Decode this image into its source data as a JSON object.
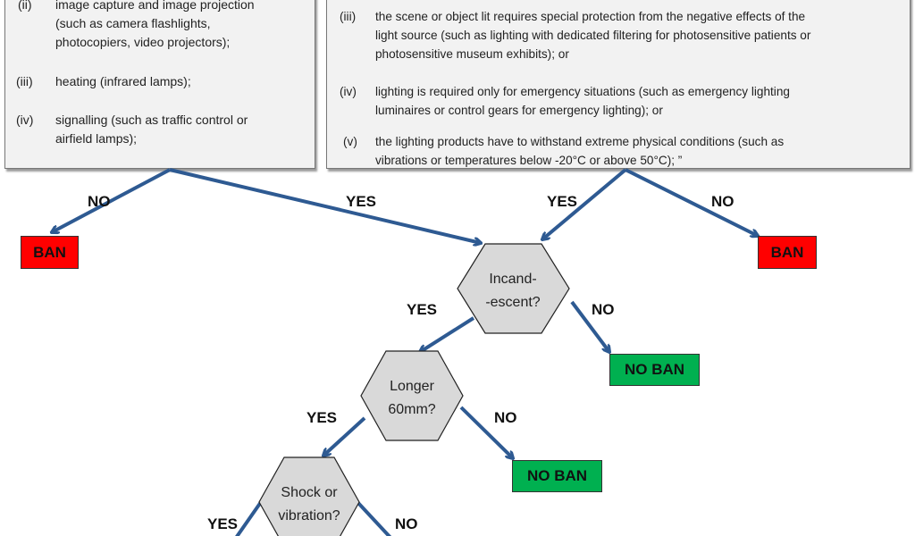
{
  "left_box": {
    "items": [
      {
        "num": "(ii)",
        "lines": [
          "image capture and image projection",
          "(such as camera flashlights,",
          "photocopiers, video projectors);"
        ]
      },
      {
        "num": "(iii)",
        "lines": [
          "heating (infrared lamps);"
        ]
      },
      {
        "num": "(iv)",
        "lines": [
          "signalling (such as traffic control or",
          "airfield lamps);"
        ]
      }
    ]
  },
  "right_box": {
    "items": [
      {
        "num": "(iii)",
        "lines": [
          "the scene or object lit requires special protection from the negative effects of the",
          "light source (such as lighting with dedicated filtering for photosensitive patients or",
          "photosensitive museum exhibits); or"
        ]
      },
      {
        "num": "(iv)",
        "lines": [
          "lighting is required only for emergency situations (such as emergency lighting",
          "luminaires or control gears for emergency lighting); or"
        ]
      },
      {
        "num": "(v)",
        "lines": [
          "the lighting products have to withstand extreme physical conditions (such as",
          "vibrations or temperatures below -20°C or above 50°C); ”"
        ]
      }
    ]
  },
  "labels": {
    "yes": "YES",
    "no": "NO"
  },
  "outcomes": {
    "ban": "BAN",
    "no_ban": "NO BAN"
  },
  "decisions": [
    {
      "lines": [
        "Incand-",
        "-escent?"
      ]
    },
    {
      "lines": [
        "Longer",
        "60mm?"
      ]
    },
    {
      "lines": [
        "Shock or",
        "vibration?"
      ]
    }
  ],
  "colors": {
    "arrow": "#2e5a92",
    "ban": "#ff0000",
    "no_ban": "#00b050",
    "hexagon": "#d9d9d9",
    "box": "#f2f2f2"
  }
}
